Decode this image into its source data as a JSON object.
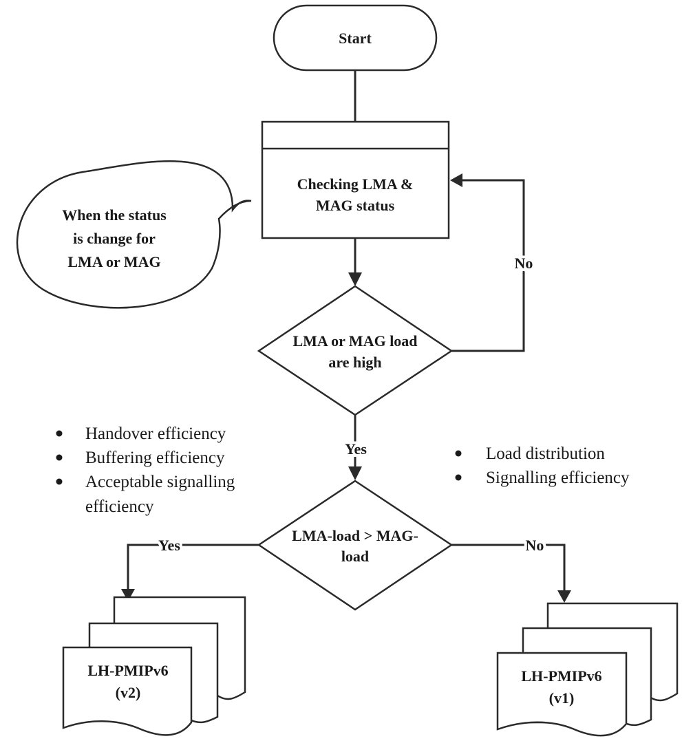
{
  "nodes": {
    "start": "Start",
    "check": [
      "Checking LMA &",
      "MAG status"
    ],
    "callout": [
      "When the status",
      "is change for",
      "LMA or MAG"
    ],
    "decision_load": [
      "LMA or MAG load",
      "are high"
    ],
    "decision_compare": [
      "LMA-load > MAG-",
      "load"
    ],
    "doc_v2": [
      "LH-PMIPv6",
      "(v2)"
    ],
    "doc_v1": [
      "LH-PMIPv6",
      "(v1)"
    ]
  },
  "edges": {
    "no_top": "No",
    "yes_mid": "Yes",
    "yes_left": "Yes",
    "no_right": "No"
  },
  "notes": {
    "left": [
      "Handover efficiency",
      "Buffering efficiency",
      "Acceptable signalling",
      "efficiency"
    ],
    "right": [
      "Load distribution",
      "Signalling efficiency"
    ]
  },
  "colors": {
    "stroke": "#2a2a2a",
    "fill": "#ffffff",
    "text": "#1a1a1a"
  }
}
